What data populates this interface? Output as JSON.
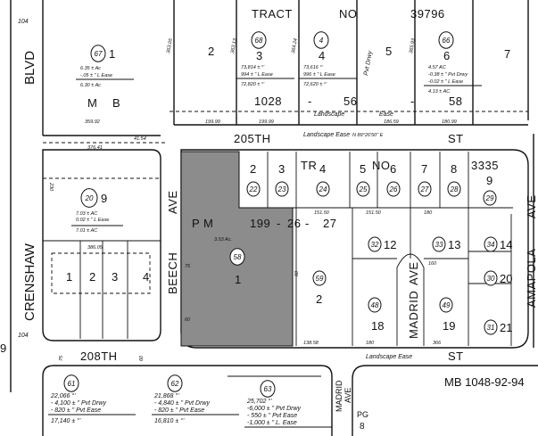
{
  "map": {
    "streets": {
      "crenshaw": "CRENSHAW",
      "blvd": "BLVD",
      "st205": "205TH",
      "st205_suffix": "ST",
      "st208": "208TH",
      "st208_suffix": "ST",
      "beech": "BEECH",
      "beech_ave": "AVE",
      "madrid": "MADRID",
      "madrid_ave": "AVE",
      "amapola": "AMAPOLA",
      "amapola_ave": "AVE"
    },
    "tract": {
      "tract": "TRACT",
      "no": "NO",
      "number": "39796",
      "book": "1028",
      "dash1": "-",
      "p56": "56",
      "dash2": "-",
      "p58": "58"
    },
    "mb": {
      "m": "M",
      "b": "B"
    },
    "tr3335": {
      "tr": "TR",
      "no": "NO",
      "number": "3335"
    },
    "pm": {
      "pm": "P M",
      "num": "199",
      "d1": "-",
      "p26": "26",
      "d2": "-",
      "p27": "27"
    },
    "refs": {
      "mb_ref": "MB 1048-92-94",
      "pg": "PG",
      "pg_num": "8",
      "madrid": "MADRID",
      "ave": "AVE"
    },
    "side_numbers": {
      "n104a": "104",
      "n104b": "104",
      "n9": "9"
    },
    "top_parcels": [
      {
        "parcel": "67",
        "lot": "1",
        "area": [
          "6.35 ± Ac",
          "-.05 ± \" L Ease"
        ],
        "net": "6.30 ± Ac"
      },
      {
        "parcel": "",
        "lot": "2"
      },
      {
        "parcel": "68",
        "lot": "3",
        "area": [
          "73,814 ± °'",
          "994 ± \" L Ease"
        ],
        "net": "72,820 ± °'"
      },
      {
        "parcel": "4",
        "lot": "4",
        "area": [
          "73,616 °'",
          "996 ± \" L Ease"
        ],
        "net": "72,620 ± °'"
      },
      {
        "parcel": "",
        "lot": "5"
      },
      {
        "parcel": "66",
        "lot": "6",
        "area": [
          "4.57 AC",
          "-0.38 ± \" Pvt Drwy",
          "-0.02 ± \" L Ease"
        ],
        "net": "4.13 ± AC"
      },
      {
        "parcel": "",
        "lot": "7"
      }
    ],
    "left_parcel": {
      "parcel": "20",
      "lot": "9",
      "area": [
        "7.03 ± AC",
        "0.02 ± \" L Ease"
      ],
      "net": "7.01 ± AC",
      "dims": [
        "376.41",
        "386.05",
        "41.54",
        "230"
      ]
    },
    "small_lots": [
      "1",
      "2",
      "3",
      "4"
    ],
    "middle_lots": [
      {
        "lot": "2",
        "parcel": "22"
      },
      {
        "lot": "3",
        "parcel": "23"
      },
      {
        "lot": "4",
        "parcel": "24"
      },
      {
        "lot": "5",
        "parcel": "25"
      },
      {
        "lot": "6",
        "parcel": "26"
      },
      {
        "lot": "7",
        "parcel": "27"
      },
      {
        "lot": "8",
        "parcel": "28"
      },
      {
        "lot": "9",
        "parcel": "29"
      },
      {
        "lot": "12",
        "parcel": "32"
      },
      {
        "lot": "13",
        "parcel": "33"
      },
      {
        "lot": "14",
        "parcel": "34"
      },
      {
        "lot": "20",
        "parcel": "30"
      },
      {
        "lot": "21",
        "parcel": "31"
      },
      {
        "lot": "18",
        "parcel": "48"
      },
      {
        "lot": "19",
        "parcel": "49"
      },
      {
        "lot": "2",
        "parcel": "59"
      }
    ],
    "shaded_parcel": {
      "parcel": "58",
      "lot": "1",
      "area": "3.53 Ac.",
      "color": "#8c8c8c"
    },
    "bottom_parcels": [
      {
        "parcel": "61",
        "lines": [
          "22,066 °'",
          "- 4,100 ± \" Pvt Drwy",
          "- 820 ± \" Pvt Ease"
        ],
        "net": "17,140 ± °'"
      },
      {
        "parcel": "62",
        "lines": [
          "21,868 °'",
          "- 4,840 ± \" Pvt Drwy",
          "- 820 ± \" Pvt Ease"
        ],
        "net": "16,810 ± °'"
      },
      {
        "parcel": "63",
        "lines": [
          "25,702 °'",
          "-6,000 ± \" Pvt Drwy",
          "- 550 ± \" Pvt Ease",
          "-1,000 ± \" L. Ease"
        ],
        "net": ""
      }
    ],
    "annotations": {
      "landscape_ease_top": "Landscape Ease",
      "landscape_ease_bearing": "N 89°26'50\" E",
      "landscape": "Landscape",
      "ease": "Ease",
      "pvt_drwy": "Pvt Drwy",
      "landscape_ease_bottom": "Landscape Ease",
      "dims_top": [
        "359.92",
        "199.99",
        "199.99",
        "186.59",
        "180.99",
        "363.05",
        "363.13",
        "364.24",
        "365.93"
      ],
      "dims_mid": [
        "151.50",
        "151.50",
        "180",
        "160",
        "138.58",
        "180",
        "366",
        "60",
        "60",
        "75",
        "75",
        "60"
      ]
    }
  }
}
